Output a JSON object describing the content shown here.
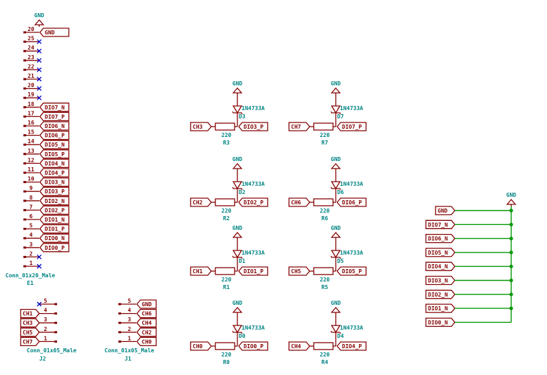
{
  "gnd": "GND",
  "j1": {
    "ref": "E1",
    "value": "Conn_01x20_Male",
    "pins": [
      {
        "num": "20",
        "net": "GND",
        "nc": false
      },
      {
        "num": "25",
        "net": "",
        "nc": true
      },
      {
        "num": "24",
        "net": "",
        "nc": true
      },
      {
        "num": "23",
        "net": "",
        "nc": true
      },
      {
        "num": "22",
        "net": "",
        "nc": true
      },
      {
        "num": "21",
        "net": "",
        "nc": true
      },
      {
        "num": "20",
        "net": "",
        "nc": true
      },
      {
        "num": "19",
        "net": "",
        "nc": true
      },
      {
        "num": "18",
        "net": "DIO7_N",
        "nc": false
      },
      {
        "num": "17",
        "net": "DIO7_P",
        "nc": false
      },
      {
        "num": "16",
        "net": "DIO6_N",
        "nc": false
      },
      {
        "num": "15",
        "net": "DIO6_P",
        "nc": false
      },
      {
        "num": "14",
        "net": "DIO5_N",
        "nc": false
      },
      {
        "num": "13",
        "net": "DIO5_P",
        "nc": false
      },
      {
        "num": "12",
        "net": "DIO4_N",
        "nc": false
      },
      {
        "num": "11",
        "net": "DIO4_P",
        "nc": false
      },
      {
        "num": "10",
        "net": "DIO3_N",
        "nc": false
      },
      {
        "num": "9",
        "net": "DIO3_P",
        "nc": false
      },
      {
        "num": "8",
        "net": "DIO2_N",
        "nc": false
      },
      {
        "num": "7",
        "net": "DIO2_P",
        "nc": false
      },
      {
        "num": "6",
        "net": "DIO1_N",
        "nc": false
      },
      {
        "num": "5",
        "net": "DIO1_P",
        "nc": false
      },
      {
        "num": "4",
        "net": "DIO0_N",
        "nc": false
      },
      {
        "num": "3",
        "net": "DIO0_P",
        "nc": false
      },
      {
        "num": "2",
        "net": "",
        "nc": true
      },
      {
        "num": "1",
        "net": "",
        "nc": true
      }
    ]
  },
  "j2": {
    "ref": "J2",
    "value": "Conn_01x05_Male",
    "pins": [
      {
        "num": "5",
        "net": "",
        "nc": true
      },
      {
        "num": "4",
        "net": "CH1",
        "nc": false
      },
      {
        "num": "3",
        "net": "CH3",
        "nc": false
      },
      {
        "num": "2",
        "net": "CH5",
        "nc": false
      },
      {
        "num": "1",
        "net": "CH7",
        "nc": false
      }
    ]
  },
  "j3": {
    "ref": "J1",
    "value": "Conn_01x05_Male",
    "pins": [
      {
        "num": "5",
        "net": "GND"
      },
      {
        "num": "4",
        "net": "CH6"
      },
      {
        "num": "3",
        "net": "CH4"
      },
      {
        "num": "2",
        "net": "CH2"
      },
      {
        "num": "1",
        "net": "CH0"
      }
    ]
  },
  "cells": [
    {
      "ch": "CH3",
      "r": "R3",
      "rv": "220",
      "d": "D3",
      "dv": "1N4733A",
      "dio": "DIO3_P"
    },
    {
      "ch": "CH7",
      "r": "R7",
      "rv": "220",
      "d": "D7",
      "dv": "1N4733A",
      "dio": "DIO7_P"
    },
    {
      "ch": "CH2",
      "r": "R2",
      "rv": "220",
      "d": "D2",
      "dv": "1N4733A",
      "dio": "DIO2_P"
    },
    {
      "ch": "CH6",
      "r": "R6",
      "rv": "220",
      "d": "D6",
      "dv": "1N4733A",
      "dio": "DIO6_P"
    },
    {
      "ch": "CH1",
      "r": "R1",
      "rv": "220",
      "d": "D1",
      "dv": "1N4733A",
      "dio": "DIO1_P"
    },
    {
      "ch": "CH5",
      "r": "R5",
      "rv": "220",
      "d": "D5",
      "dv": "1N4733A",
      "dio": "DIO5_P"
    },
    {
      "ch": "CH0",
      "r": "R0",
      "rv": "220",
      "d": "D0",
      "dv": "1N4733A",
      "dio": "DIO0_P"
    },
    {
      "ch": "CH4",
      "r": "R4",
      "rv": "220",
      "d": "D4",
      "dv": "1N4733A",
      "dio": "DIO4_P"
    }
  ],
  "gnd_tie": [
    "GND",
    "DIO7_N",
    "DIO6_N",
    "DIO5_N",
    "DIO4_N",
    "DIO3_N",
    "DIO2_N",
    "DIO1_N",
    "DIO0_N"
  ],
  "colors": {
    "wire": "#009600",
    "pin": "#840000",
    "label": "#840000",
    "text": "#008484",
    "nc": "#0000c8",
    "junction": "#009600"
  }
}
